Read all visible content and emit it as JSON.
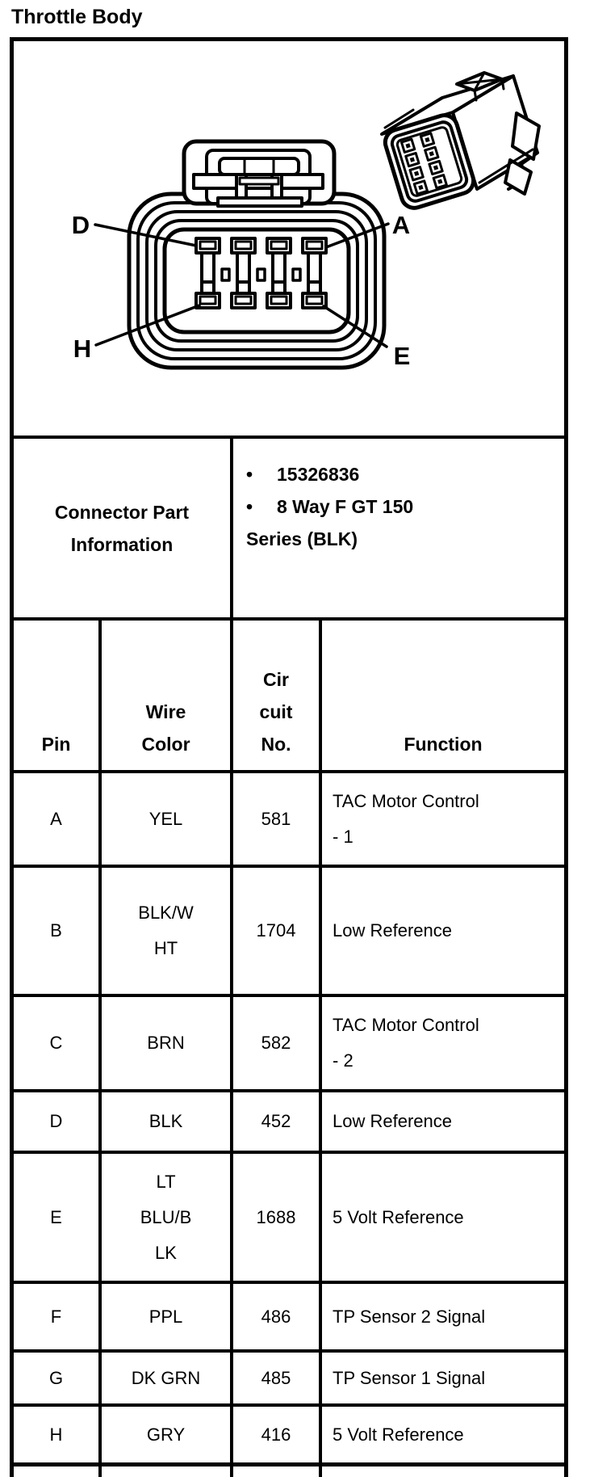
{
  "page": {
    "title": "Throttle Body"
  },
  "colors": {
    "ink": "#000000",
    "paper": "#ffffff"
  },
  "diagram": {
    "pin_labels": {
      "top_left": "D",
      "top_right": "A",
      "bottom_left": "H",
      "bottom_right": "E"
    }
  },
  "connector_part": {
    "heading": "Connector Part Information",
    "bullet_char": "•",
    "bullet_items": [
      "15326836",
      "8 Way F GT 150"
    ],
    "continuation_line": "Series (BLK)"
  },
  "pin_table": {
    "headers": {
      "pin": "Pin",
      "wire": "Wire\nColor",
      "circuit": "Cir\ncuit\nNo.",
      "function": "Function"
    },
    "rows": [
      {
        "pin": "A",
        "wire": "YEL",
        "circuit": "581",
        "function": "TAC Motor Control\n- 1"
      },
      {
        "pin": "B",
        "wire": "BLK/W\nHT",
        "circuit": "1704",
        "function": "Low Reference"
      },
      {
        "pin": "C",
        "wire": "BRN",
        "circuit": "582",
        "function": "TAC Motor Control\n- 2"
      },
      {
        "pin": "D",
        "wire": "BLK",
        "circuit": "452",
        "function": "Low Reference"
      },
      {
        "pin": "E",
        "wire": "LT\nBLU/B\nLK",
        "circuit": "1688",
        "function": "5 Volt Reference"
      },
      {
        "pin": "F",
        "wire": "PPL",
        "circuit": "486",
        "function": "TP Sensor 2 Signal"
      },
      {
        "pin": "G",
        "wire": "DK GRN",
        "circuit": "485",
        "function": "TP Sensor 1 Signal"
      },
      {
        "pin": "H",
        "wire": "GRY",
        "circuit": "416",
        "function": "5 Volt Reference"
      }
    ]
  }
}
